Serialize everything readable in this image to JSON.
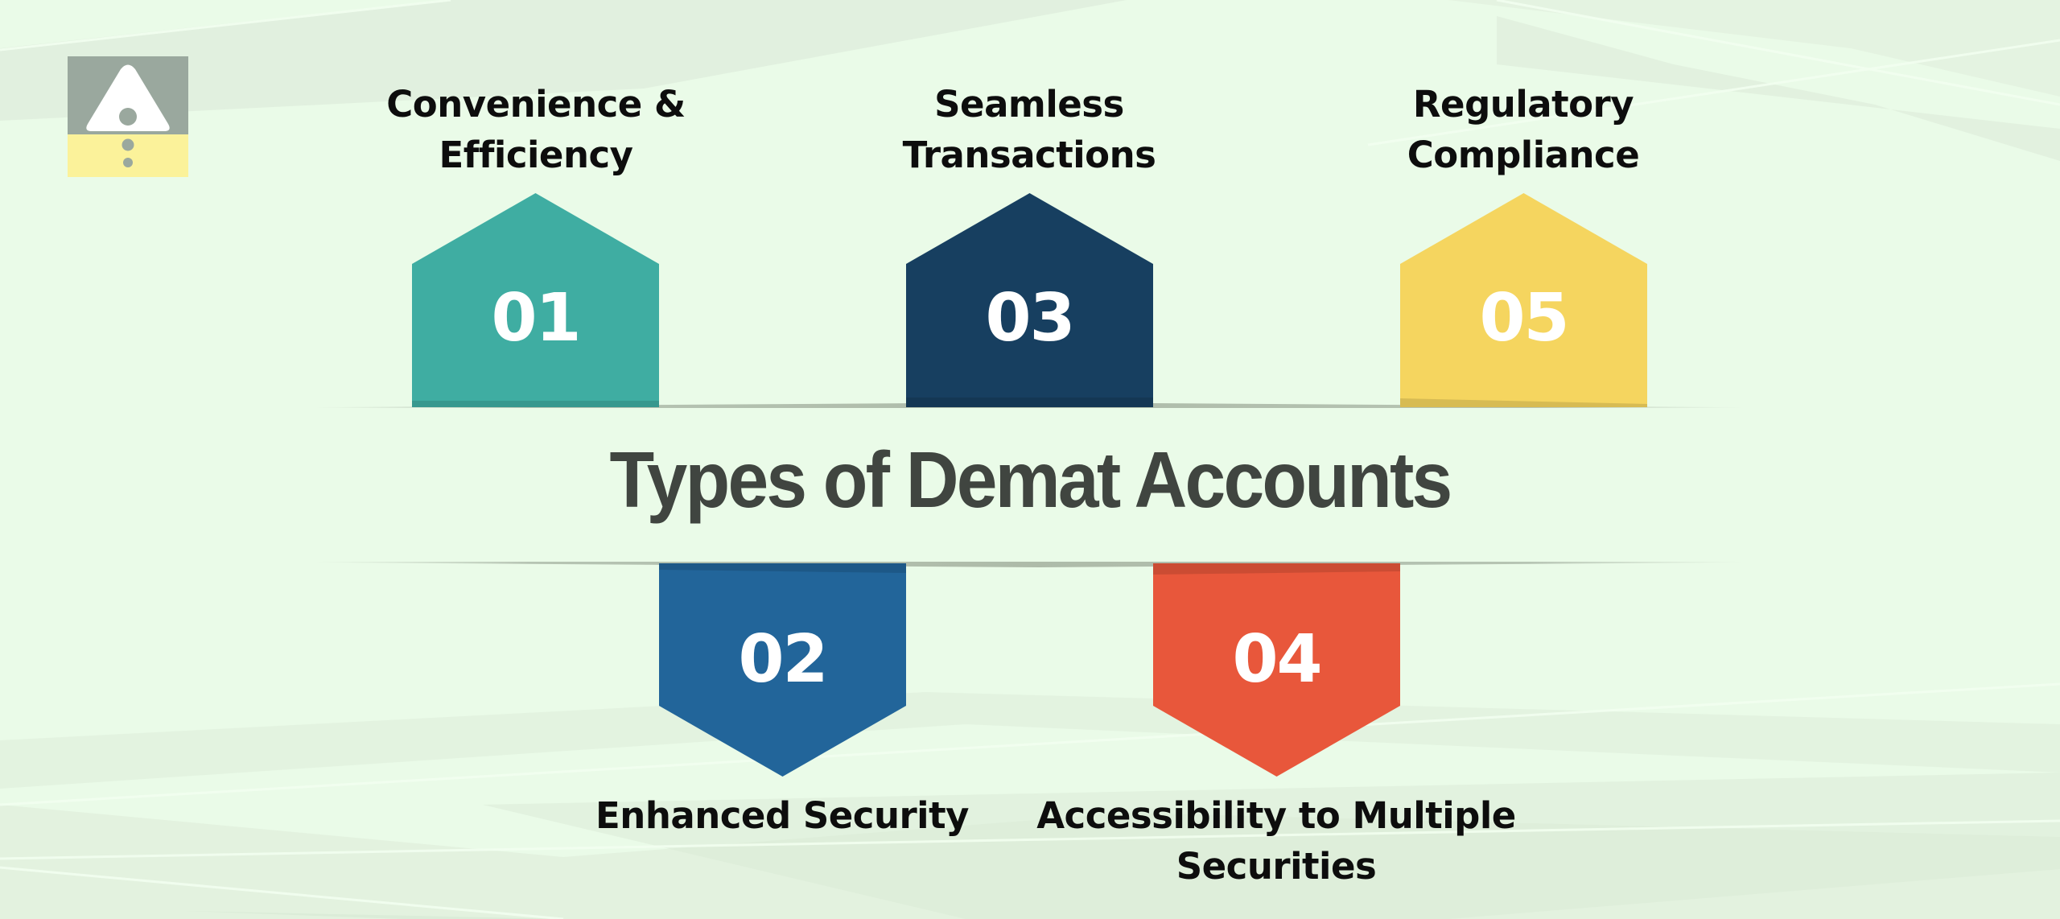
{
  "title": "Types of Demat Accounts",
  "logo": {
    "icon": "warning-triangle-logo-icon",
    "top_color": "#9aa89e",
    "bottom_color": "#fbf29a"
  },
  "background": {
    "base": "#eafbe8",
    "facet": "#dcebd9"
  },
  "items": [
    {
      "number": "01",
      "label_line1": "Convenience &",
      "label_line2": "Efficiency",
      "color": "#3fada2",
      "position": "top"
    },
    {
      "number": "02",
      "label_line1": "Enhanced Security",
      "label_line2": "",
      "color": "#22659a",
      "position": "bottom"
    },
    {
      "number": "03",
      "label_line1": "Seamless",
      "label_line2": "Transactions",
      "color": "#173f60",
      "position": "top"
    },
    {
      "number": "04",
      "label_line1": "Accessibility to Multiple",
      "label_line2": "Securities",
      "color": "#e8573b",
      "position": "bottom"
    },
    {
      "number": "05",
      "label_line1": "Regulatory",
      "label_line2": "Compliance",
      "color": "#f5d55f",
      "position": "top"
    }
  ]
}
